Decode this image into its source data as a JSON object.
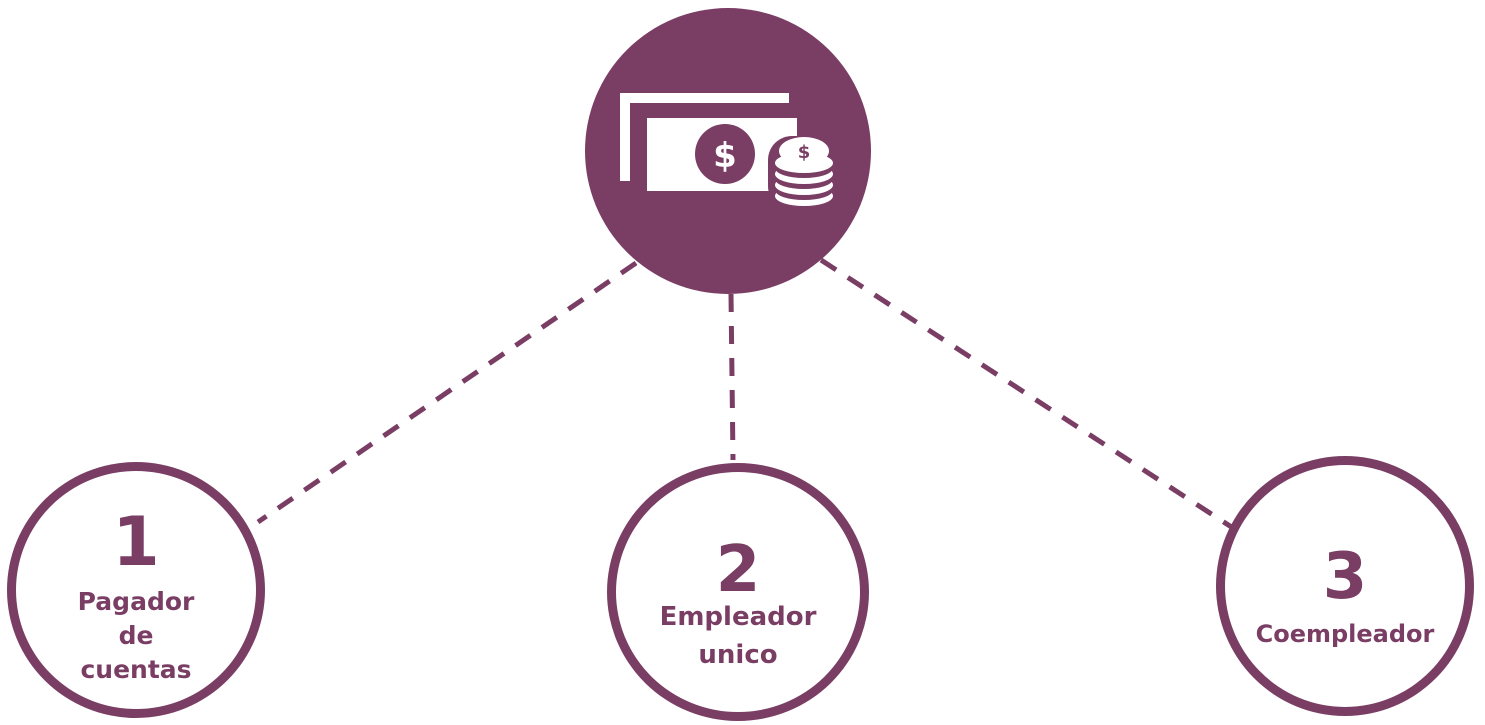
{
  "diagram": {
    "hub": {
      "icon": "money-cash-coins-icon"
    },
    "nodes": [
      {
        "number": "1",
        "label": "Pagador\nde\ncuentas"
      },
      {
        "number": "2",
        "label": "Empleador\nunico"
      },
      {
        "number": "3",
        "label": "Coempleador"
      }
    ],
    "colors": {
      "primary": "#7a3e64",
      "background": "#ffffff"
    }
  }
}
